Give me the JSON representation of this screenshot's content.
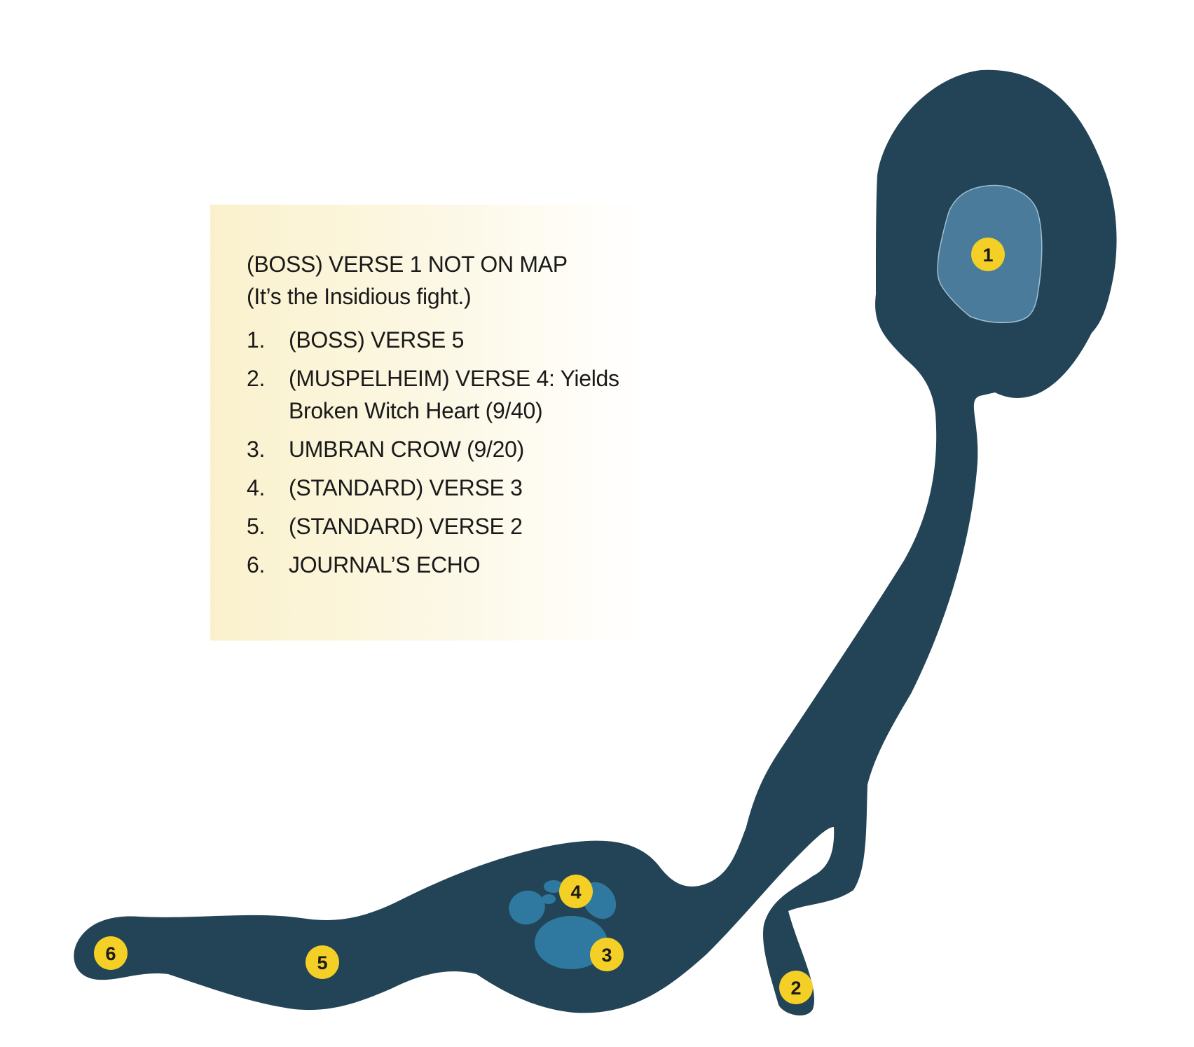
{
  "legend": {
    "note_line1": "(BOSS) VERSE 1 NOT ON MAP",
    "note_line2": "(It’s the Insidious fight.)",
    "items": [
      {
        "num": "1.",
        "text": "(BOSS) VERSE 5"
      },
      {
        "num": "2.",
        "text": "(MUSPELHEIM) VERSE 4: Yields Broken Witch Heart (9/40)"
      },
      {
        "num": "3.",
        "text": "UMBRAN CROW (9/20)"
      },
      {
        "num": "4.",
        "text": "(STANDARD) VERSE 3"
      },
      {
        "num": "5.",
        "text": "(STANDARD) VERSE 2"
      },
      {
        "num": "6.",
        "text": "JOURNAL’S ECHO"
      }
    ]
  },
  "markers": [
    {
      "label": "1"
    },
    {
      "label": "2"
    },
    {
      "label": "3"
    },
    {
      "label": "4"
    },
    {
      "label": "5"
    },
    {
      "label": "6"
    }
  ],
  "colors": {
    "path": "#234456",
    "boss_area": "#4a7b9b",
    "pool": "#2f79a0",
    "marker": "#f4cf26",
    "legend_bg": "#faf1cc"
  }
}
